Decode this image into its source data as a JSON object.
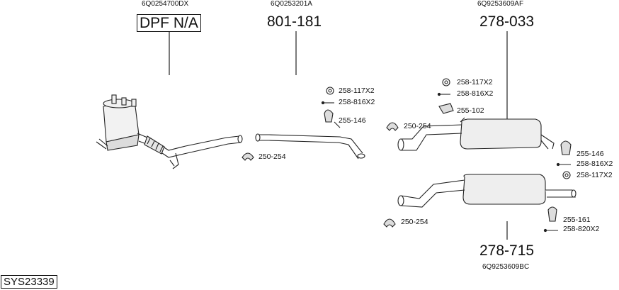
{
  "diagram": {
    "sys_id": "SYS23339",
    "groups": {
      "dpf": {
        "oem": "6Q0254700DX",
        "code": "DPF N/A"
      },
      "front_pipe": {
        "oem": "6Q0253201A",
        "code": "801-181"
      },
      "middle_silencer": {
        "oem": "6Q9253609AF",
        "code": "278-033"
      },
      "rear_silencer": {
        "oem": "6Q9253609BC",
        "code": "278-715"
      }
    },
    "parts": {
      "front_ring": "258-117X2",
      "front_bolt": "258-816X2",
      "front_hanger": "255-146",
      "front_clamp": "250-254",
      "mid_ring": "258-117X2",
      "mid_bolt": "258-816X2",
      "mid_bracket": "255-102",
      "mid_clamp": "250-254",
      "right_hanger": "255-146",
      "right_bolt": "258-816X2",
      "right_ring": "258-117X2",
      "rear_clamp": "250-254",
      "rear_hanger": "255-161",
      "rear_bolt": "258-820X2"
    }
  }
}
